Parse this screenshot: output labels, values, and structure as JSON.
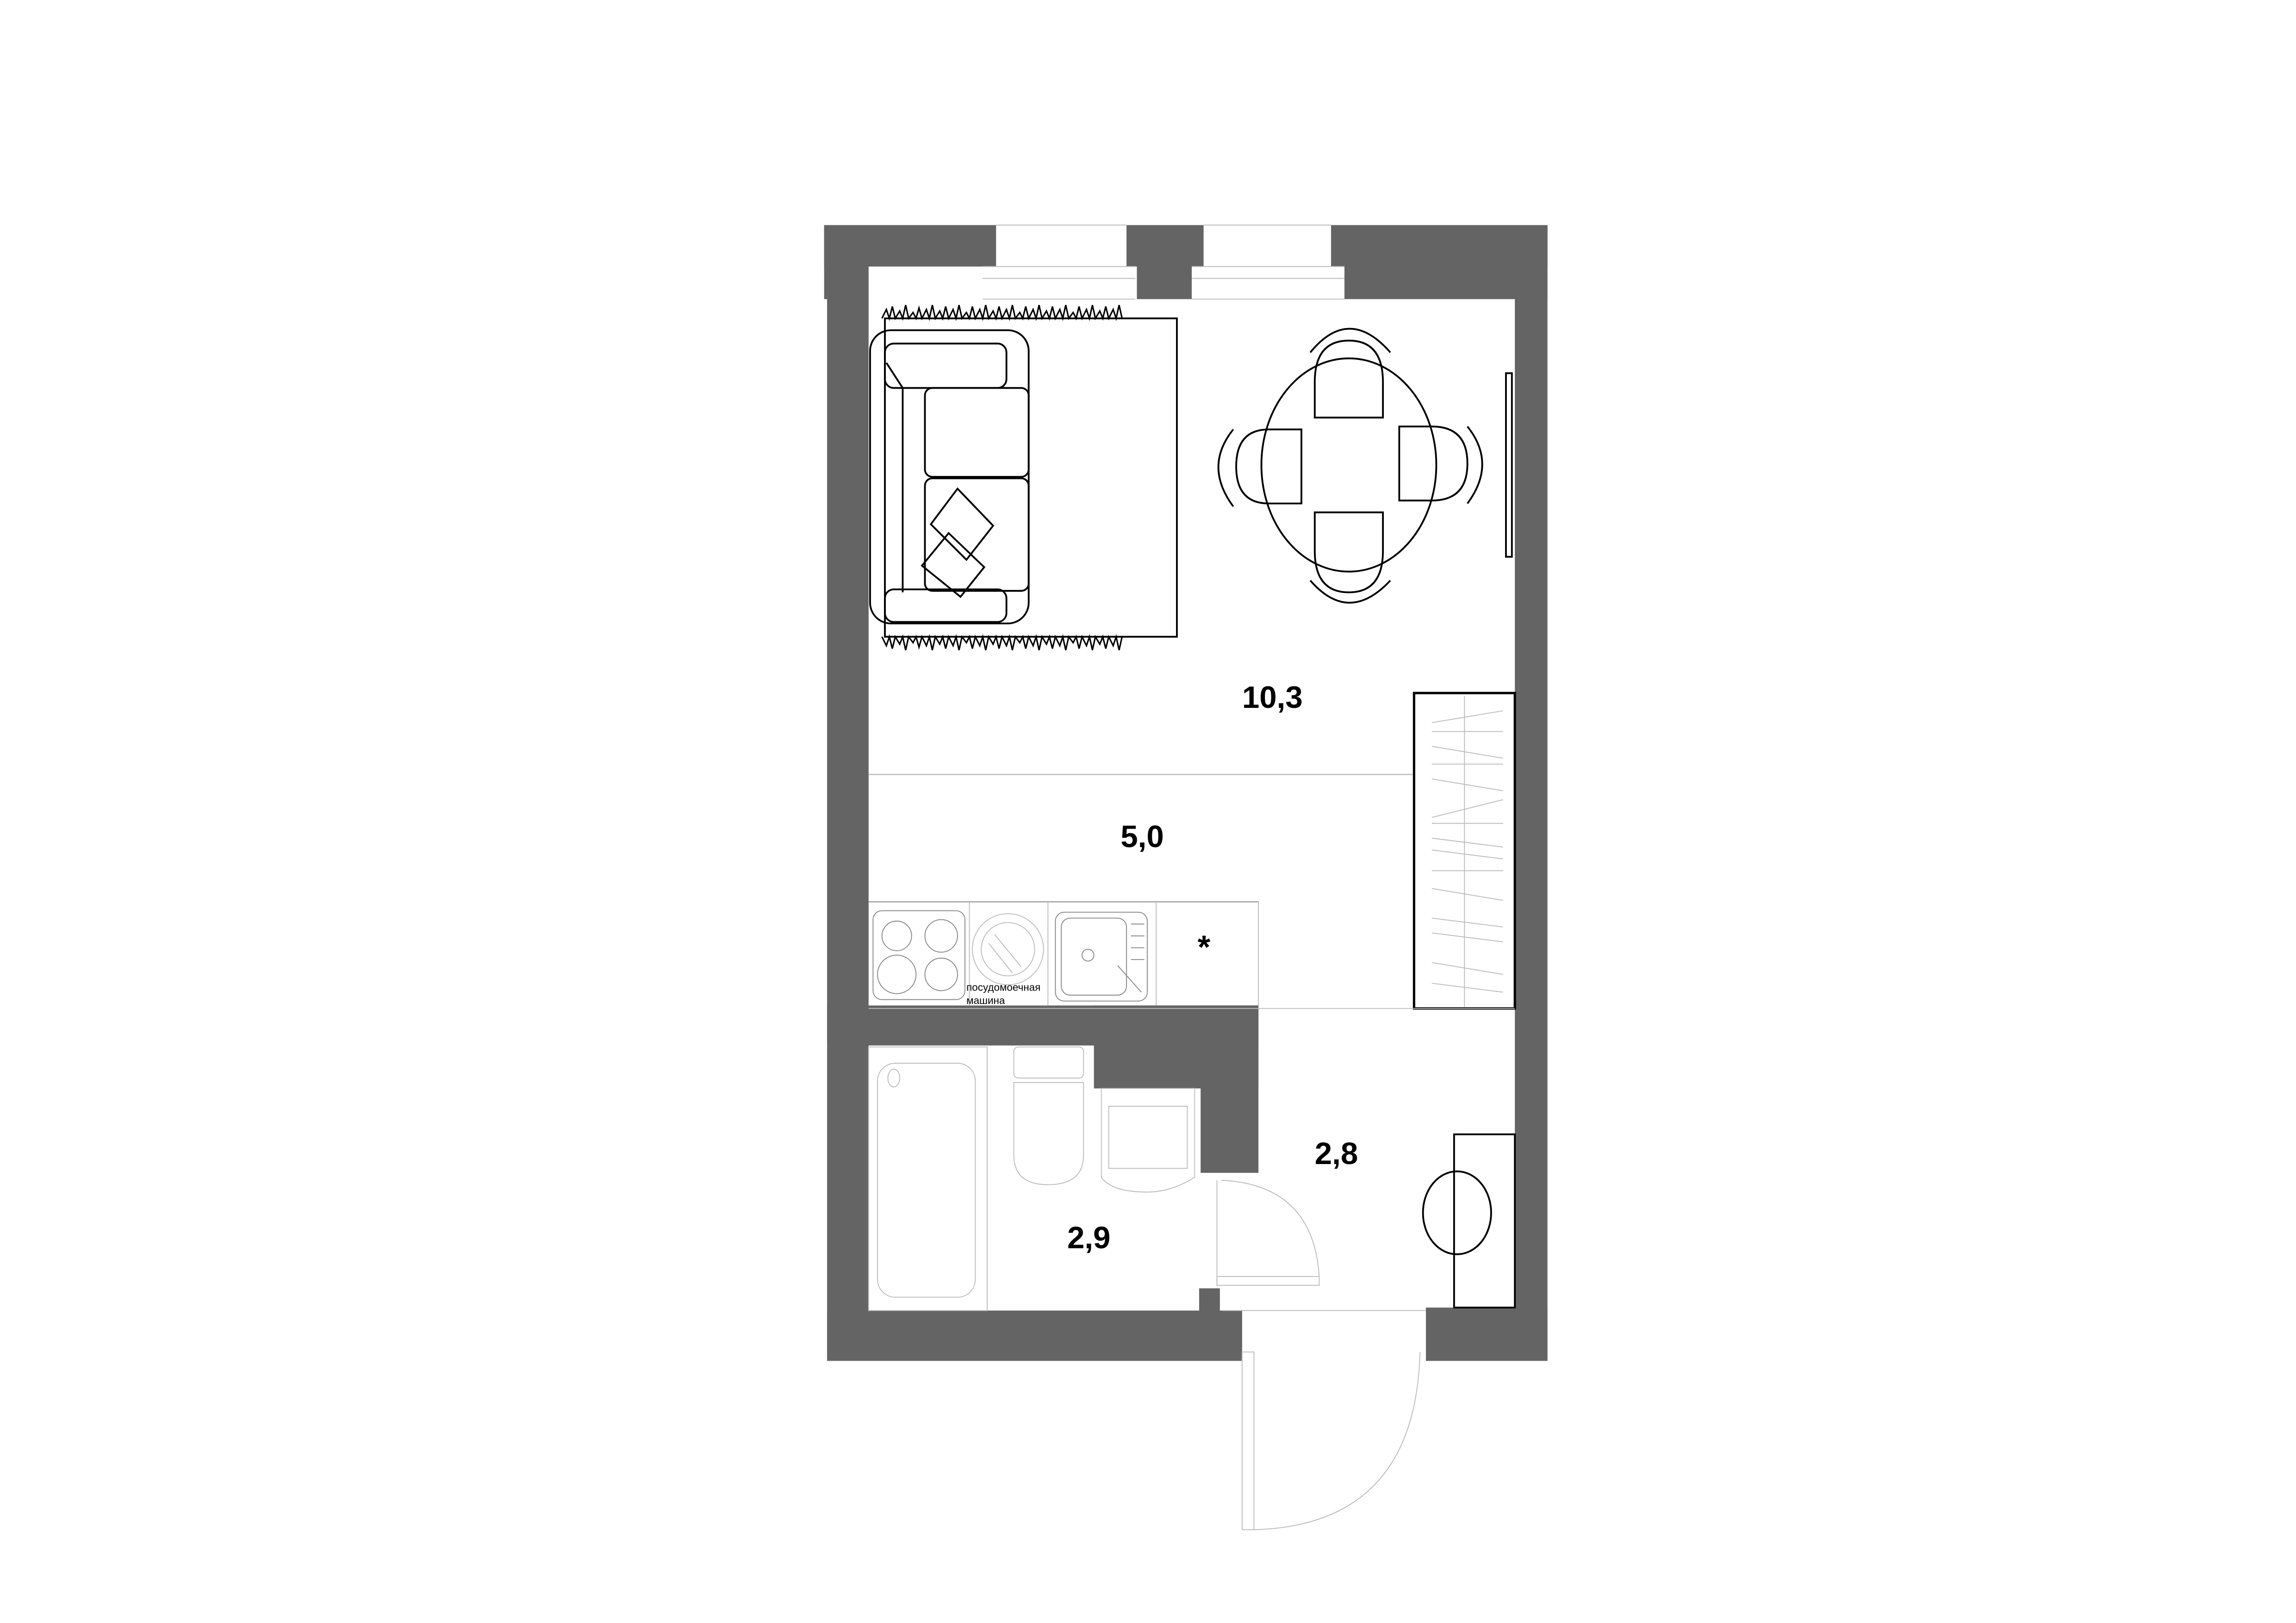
{
  "plan": {
    "type": "apartment-floor-plan",
    "rooms": [
      {
        "id": "living",
        "area": "10,3"
      },
      {
        "id": "kitchen",
        "area": "5,0"
      },
      {
        "id": "hallway",
        "area": "2,8"
      },
      {
        "id": "bathroom",
        "area": "2,9"
      }
    ],
    "labels": {
      "dishwasher_line1": "посудомоечная",
      "dishwasher_line2": "машина",
      "star_mark": "*"
    },
    "colors": {
      "wall": "#646464",
      "line": "#000000",
      "fixture": "#bdbdbd",
      "background": "#ffffff"
    }
  }
}
